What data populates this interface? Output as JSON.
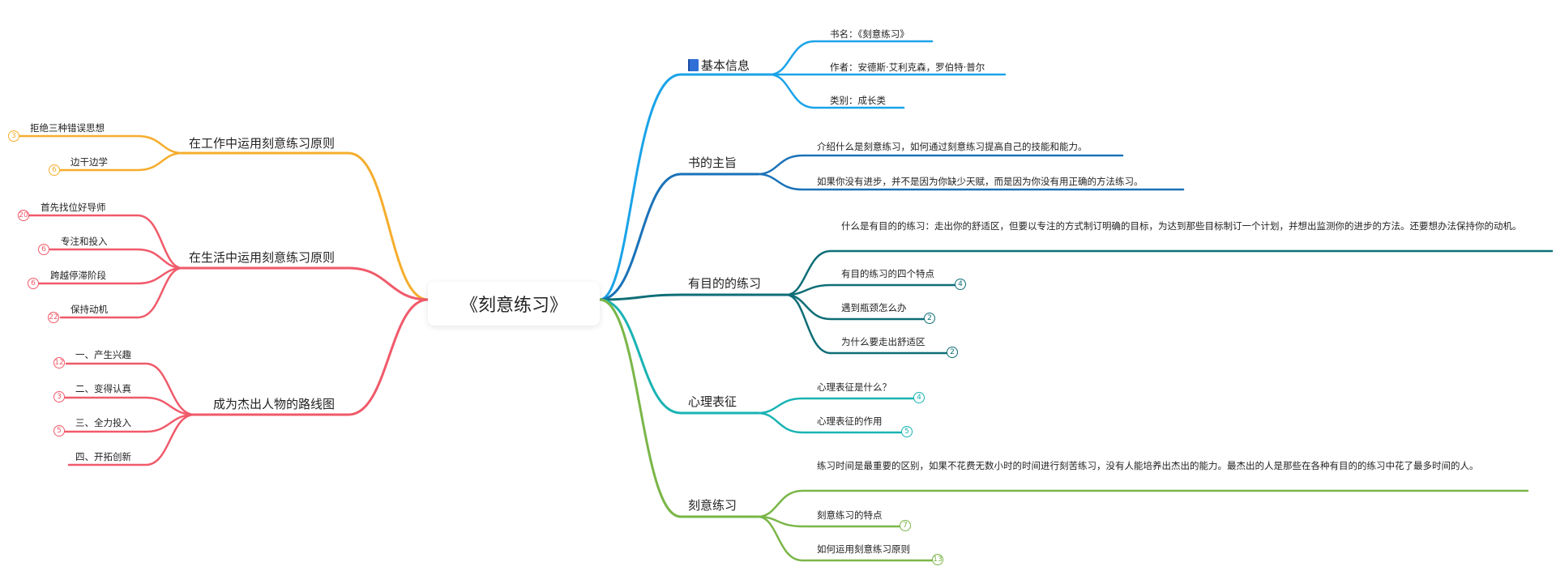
{
  "center": "《刻意练习》",
  "colors": {
    "info": "#1aa3e8",
    "purpose": "#1a72b8",
    "purposeful": "#0e6e77",
    "mental": "#1ab3b3",
    "deliberate": "#7ab648",
    "work": "#f5ad2c",
    "life": "#f05a6a",
    "road": "#f05a6a"
  },
  "right": {
    "info": {
      "title": "基本信息",
      "icon": "book-icon",
      "items": [
        "书名：《刻意练习》",
        "作者：安德斯·艾利克森，罗伯特·普尔",
        "类别：成长类"
      ]
    },
    "purpose": {
      "title": "书的主旨",
      "items": [
        "介绍什么是刻意练习，如何通过刻意练习提高自己的技能和能力。",
        "如果你没有进步，并不是因为你缺少天赋，而是因为你没有用正确的方法练习。"
      ]
    },
    "purposeful": {
      "title": "有目的的练习",
      "items": [
        {
          "text": "什么是有目的的练习：走出你的舒适区，但要以专注的方式制订明确的目标，为达到那些目标制订一个计划，并想出监测你的进步的方法。还要想办法保持你的动机。",
          "count": ""
        },
        {
          "text": "有目的练习的四个特点",
          "count": "4"
        },
        {
          "text": "遇到瓶颈怎么办",
          "count": "2"
        },
        {
          "text": "为什么要走出舒适区",
          "count": "2"
        }
      ]
    },
    "mental": {
      "title": "心理表征",
      "items": [
        {
          "text": "心理表征是什么？",
          "count": "4"
        },
        {
          "text": "心理表征的作用",
          "count": "5"
        }
      ]
    },
    "deliberate": {
      "title": "刻意练习",
      "items": [
        {
          "text": "练习时间是最重要的区别，如果不花费无数小时的时间进行刻苦练习，没有人能培养出杰出的能力。最杰出的人是那些在各种有目的的练习中花了最多时间的人。",
          "count": ""
        },
        {
          "text": "刻意练习的特点",
          "count": "7"
        },
        {
          "text": "如何运用刻意练习原则",
          "count": "13"
        }
      ]
    }
  },
  "left": {
    "work": {
      "title": "在工作中运用刻意练习原则",
      "items": [
        {
          "text": "拒绝三种错误思想",
          "count": "3"
        },
        {
          "text": "边干边学",
          "count": "6"
        }
      ]
    },
    "life": {
      "title": "在生活中运用刻意练习原则",
      "items": [
        {
          "text": "首先找位好导师",
          "count": "20"
        },
        {
          "text": "专注和投入",
          "count": "6"
        },
        {
          "text": "跨越停滞阶段",
          "count": "6"
        },
        {
          "text": "保持动机",
          "count": "22"
        }
      ]
    },
    "road": {
      "title": "成为杰出人物的路线图",
      "items": [
        {
          "text": "一、产生兴趣",
          "count": "12"
        },
        {
          "text": "二、变得认真",
          "count": "3"
        },
        {
          "text": "三、全力投入",
          "count": "5"
        },
        {
          "text": "四、开拓创新",
          "count": ""
        }
      ]
    }
  }
}
